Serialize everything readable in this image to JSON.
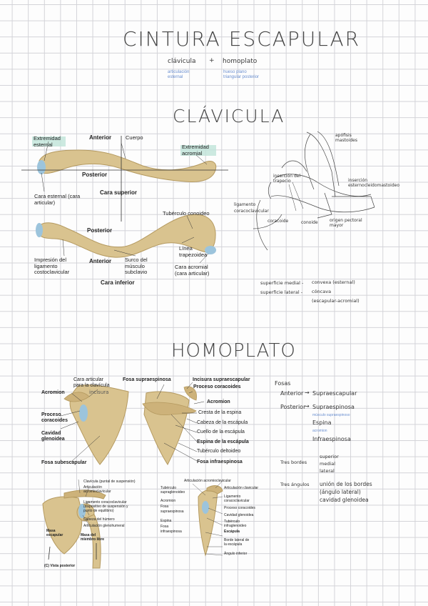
{
  "header": {
    "title": "CINTURA ESCAPULAR",
    "formula_left": "clávicula",
    "formula_plus": "+",
    "formula_right": "homoplato",
    "formula_left_note": "articulación esternal",
    "formula_right_note": "hueso plano triangular posterior"
  },
  "clavicula": {
    "section_title": "CLÁVICULA",
    "figure_labels": {
      "extremidad_esternal": "Extremidad esternal",
      "anterior_top": "Anterior",
      "cuerpo": "Cuerpo",
      "extremidad_acromial": "Extremidad acromial",
      "posterior_top": "Posterior",
      "cara_superior": "Cara superior",
      "cara_esternal": "Cara esternal (cara articular)",
      "tuberculo_conoideo": "Tubérculo conoideo",
      "posterior_bottom": "Posterior",
      "linea_trapezoidea": "Línea trapezoidea",
      "impresion": "Impresión del ligamento costoclavicular",
      "anterior_bottom": "Anterior",
      "surco": "Surco del músculo subclavio",
      "cara_acromial": "Cara acromial (cara articular)",
      "cara_inferior": "Cara inferior"
    },
    "sketch_labels": {
      "apofisis": "apófisis mastoides",
      "insercion_trapecio": "inserción del trapecio",
      "insercion_ecm": "inserción esternocleidomastoideo",
      "ligamento": "ligamento coracoclavicular",
      "coracoide": "coracoide",
      "conoide": "conoide",
      "origen_pectoral": "origen pectoral mayor"
    },
    "notes": [
      {
        "label": "superficie medial -",
        "value": "convexa (esternal)"
      },
      {
        "label": "superficie lateral -",
        "value": "cóncava"
      },
      {
        "label": "",
        "value": "(escapular-acromial)"
      }
    ]
  },
  "homoplato": {
    "section_title": "HOMOPLATO",
    "figure_labels": {
      "cara_articular_clavicula": "Cara articular para la clavícula",
      "incisura_hand": "incisura",
      "fosa_supraespinosa": "Fosa supraespinosa",
      "incisura_supraescapular": "Incisura supraescapular",
      "proceso_coracoides_r": "Proceso coracoides",
      "acromion_l": "Acromion",
      "acromion_r": "Acromion",
      "proceso_coracoides_l": "Proceso coracoides",
      "cresta_espina": "Cresta de la espina",
      "cabeza_escapula": "Cabeza de la escápula",
      "cavidad_glenoidea": "Cavidad glenoidea",
      "cuello_escapula": "Cuello de la escápula",
      "espina_escapula": "Espina de la escápula",
      "tuberculo_deltoideo": "Tubérculo deltoideo",
      "fosa_subescapular": "Fosa subescapular",
      "fosa_infraespinosa": "Fosa infraespinosa"
    },
    "notes": {
      "fosas_title": "Fosas",
      "anterior": "Anterior",
      "anterior_value": "Supraescapular",
      "posterior": "Posterior",
      "posterior_value": "Supraespinosa",
      "blue_1": "músculo supraespinoso",
      "espina": "Espina",
      "blue_2": "acromion",
      "infra": "Infraespinosa",
      "bordes_label": "Tres bordes",
      "bordes": [
        "superior",
        "medial",
        "lateral"
      ],
      "angulos_label": "Tres ángulos",
      "angulos": [
        "unión de los bordes",
        "(ángulo lateral)",
        "cavidad glenoidea"
      ]
    },
    "bottom_labels": {
      "clavicula_punto": "Clavícula (puntal de suspensión)",
      "art_acromio": "Articulación acromioclavicular",
      "ligamento_cc": "Ligamento coracoclavicular (dispositivo de suspensión y punto de equilibrio)",
      "cabeza_humero": "Cabeza del húmero",
      "art_glenohumeral": "Articulación glenohumeral",
      "masa_escapular": "Masa escapular",
      "masa_miembro": "Masa del miembro libre",
      "vista_posterior": "(C) Vista posterior",
      "art_acromio2": "Articulación acromioclavicular",
      "art_clavicular": "Articulación clavicular",
      "tub_supra": "Tubérculo supraglenoideo",
      "ligamento2": "Ligamento coracoclavicular",
      "proceso_cor": "Proceso coracoides",
      "acromion": "Acromion",
      "fosa": "Fosa",
      "supraespinosa": "supraespinosa",
      "cavidad": "Cavidad glenoidea",
      "espina": "Espina",
      "tub_infra": "Tubérculo infraglenoideo",
      "fosa2": "Fosa",
      "infraespinosa": "infraespinosa",
      "escapula": "Escápula",
      "borde_lateral": "Borde lateral de la escápula",
      "angulo_inferior": "Ángulo inferior"
    }
  }
}
